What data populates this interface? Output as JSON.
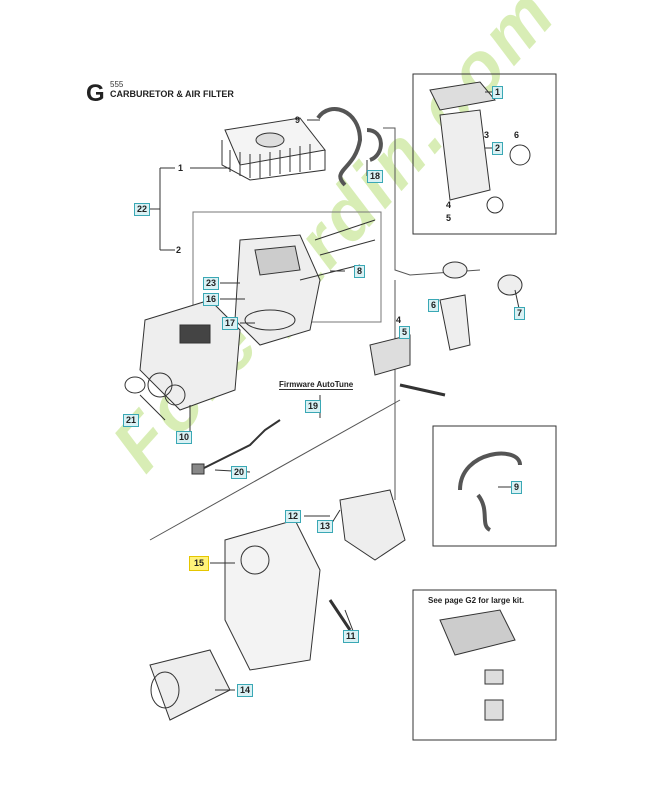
{
  "header": {
    "letter": "G",
    "model": "555",
    "title": "CARBURETOR & AIR FILTER"
  },
  "labels": {
    "l9": "9",
    "l1": "1",
    "l2": "2",
    "l3": "3",
    "l6": "6",
    "l4": "4",
    "l5": "5",
    "l4b": "4"
  },
  "boxes": {
    "b1": "1",
    "b2": "2",
    "b18": "18",
    "b22": "22",
    "b8": "8",
    "b23": "23",
    "b16": "16",
    "b17": "17",
    "b7": "7",
    "b6": "6",
    "b5": "5",
    "b21": "21",
    "b10": "10",
    "b19": "19",
    "b20": "20",
    "b12": "12",
    "b13": "13",
    "b9": "9",
    "b15": "15",
    "b11": "11",
    "b14": "14"
  },
  "notes": {
    "firmware": "Firmware AutoTune",
    "large_kit": "See page G2 for large kit."
  },
  "watermark": "Forêtjardin.com",
  "colors": {
    "callout_fill": "#d9f1f4",
    "callout_border": "#3aa8b5",
    "highlight": "#fff27a",
    "watermark": "#b9e07a"
  }
}
